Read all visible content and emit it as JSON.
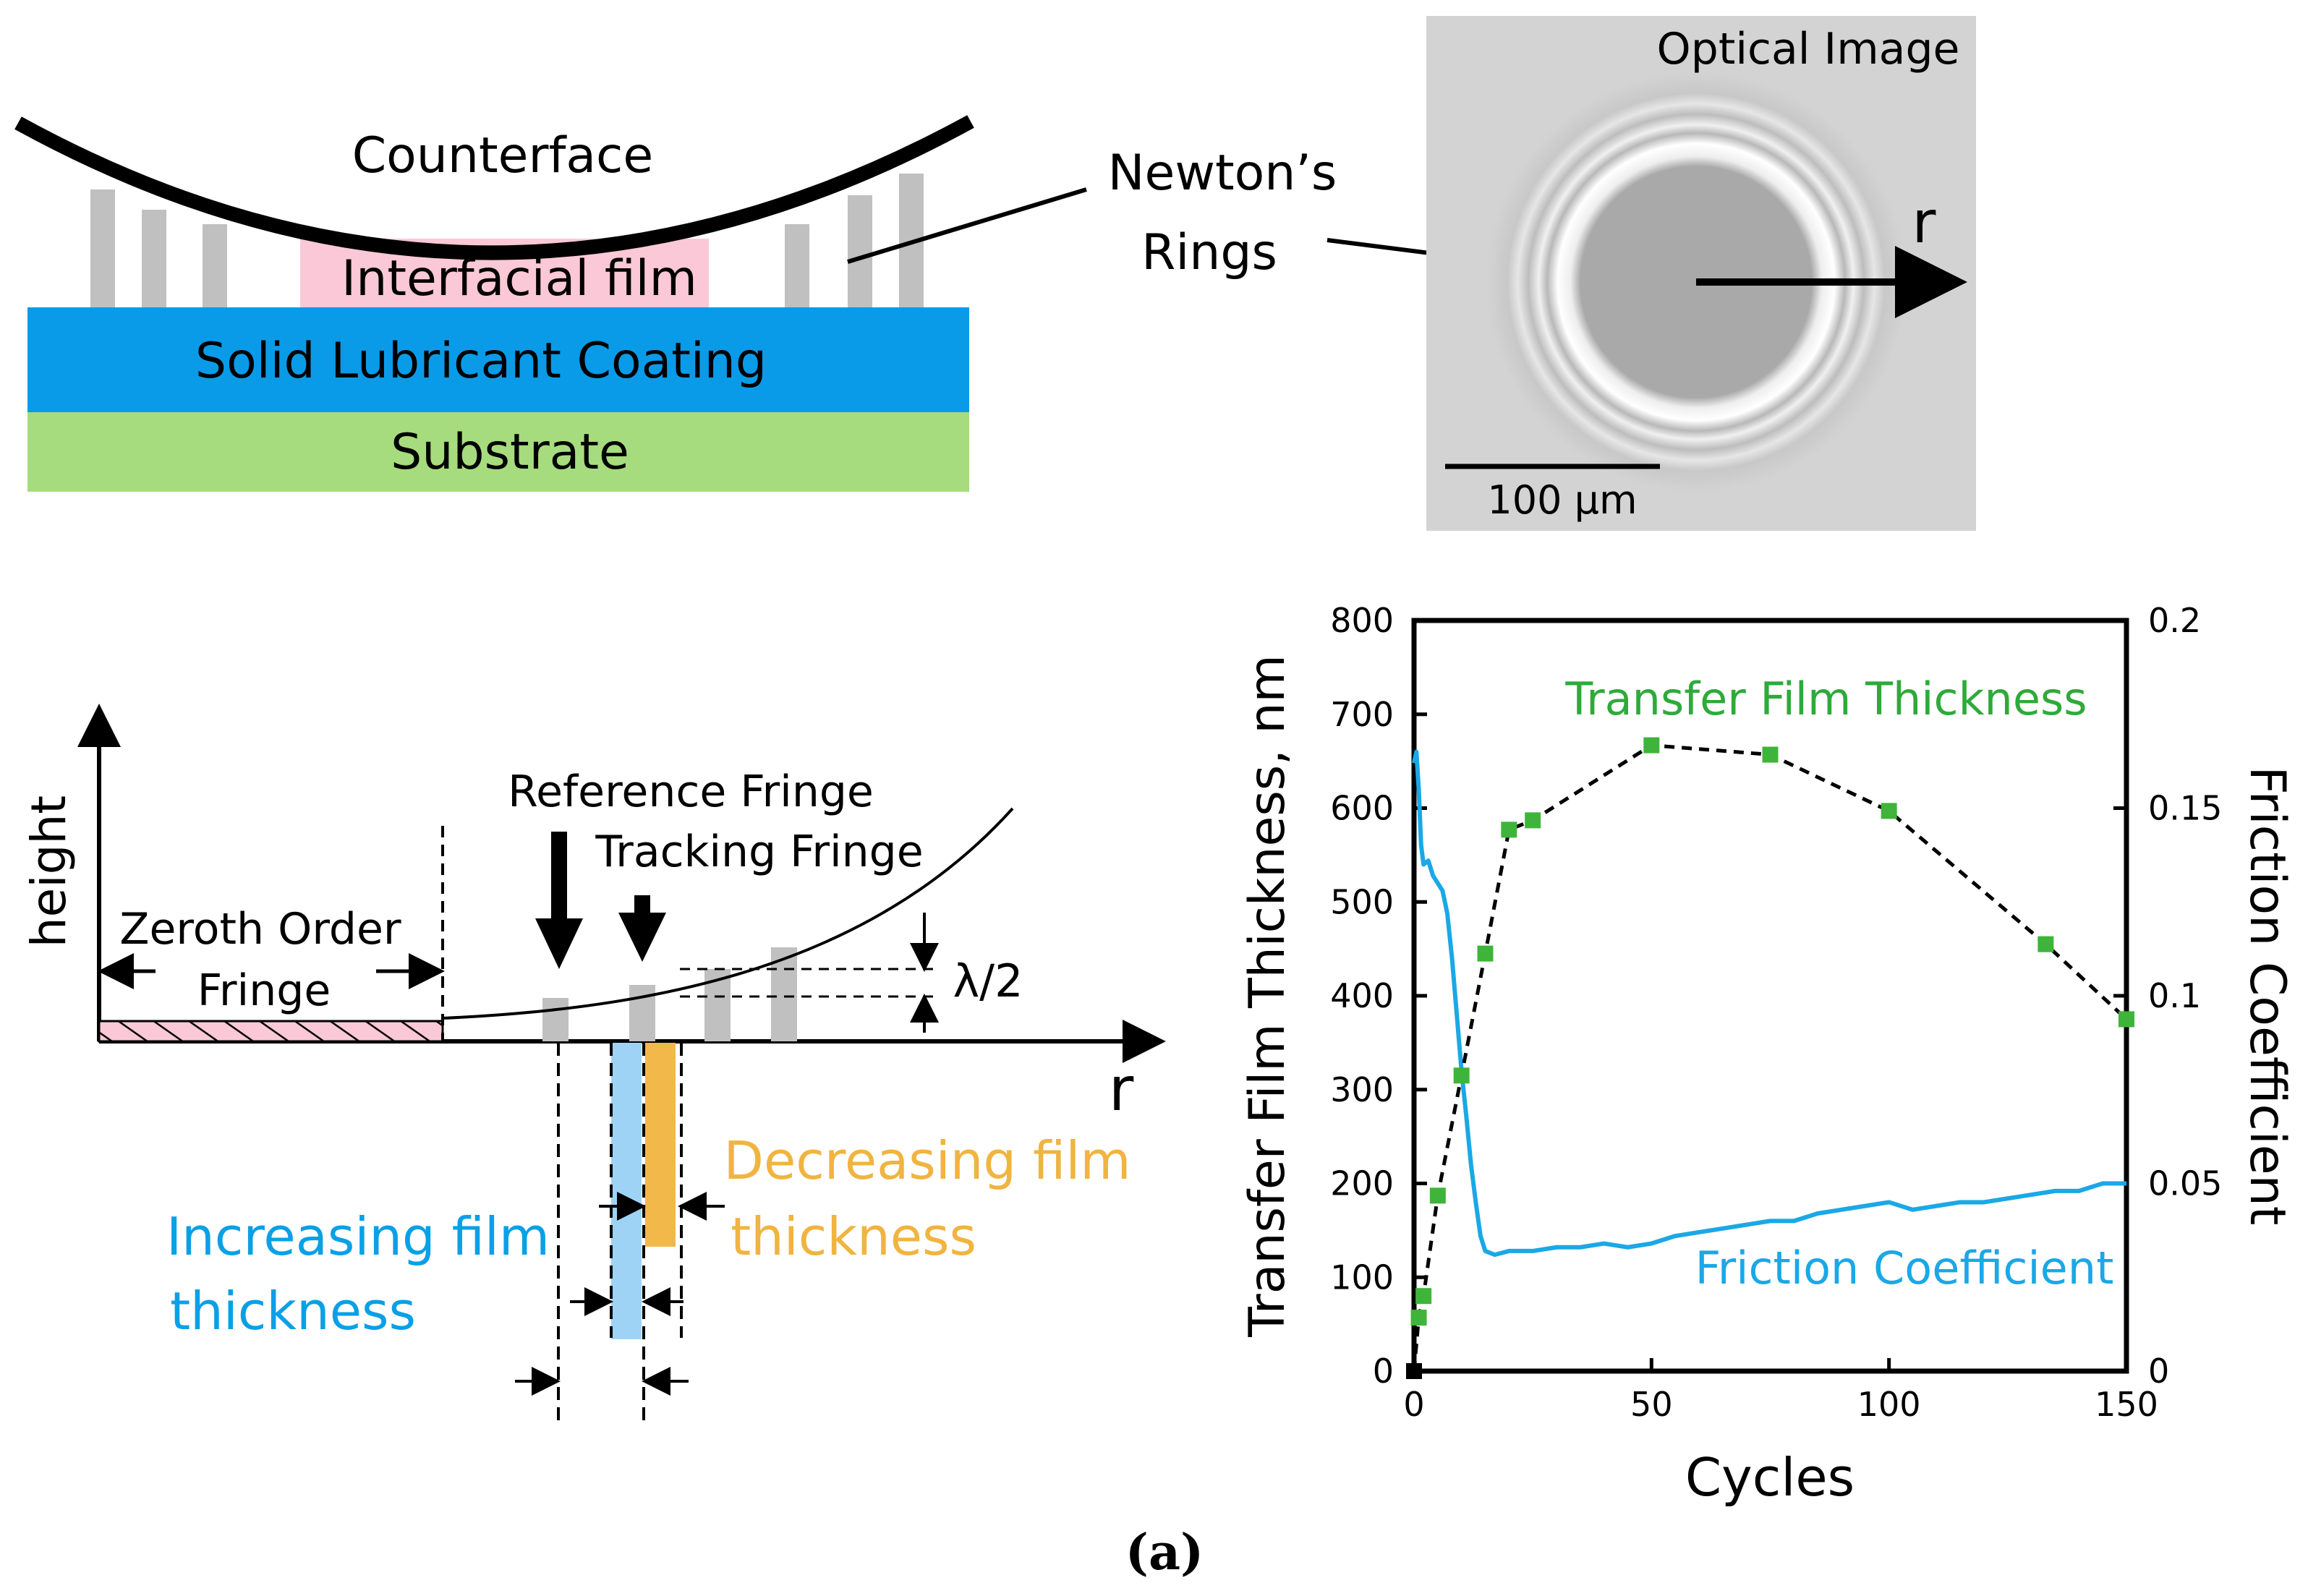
{
  "colors": {
    "coating": "#0a9be8",
    "substrate": "#a6dc7e",
    "film": "#fac8d7",
    "pillar": "#c0c0c0",
    "increasing": "#0aa0e6",
    "increasing_bar": "#9fd3f5",
    "decreasing": "#f0b440",
    "decreasing_bar": "#f3b84a",
    "thickness_series": "#2eaa3a",
    "thickness_marker": "#3fb43a",
    "friction_series": "#1aa8e6",
    "optical_bg": "#d3d3d3",
    "optical_core": "#a9a9a9"
  },
  "schematic": {
    "counterface": "Counterface",
    "interfacial_film": "Interfacial film",
    "coating": "Solid Lubricant Coating",
    "substrate": "Substrate",
    "newtons_rings_line1": "Newton’s",
    "newtons_rings_line2": "Rings"
  },
  "optical": {
    "title": "Optical Image",
    "r_label": "r",
    "scale_label": "100 μm"
  },
  "fringe_diagram": {
    "y_label": "height",
    "x_label": "r",
    "zeroth_line1": "Zeroth  Order",
    "zeroth_line2": "Fringe",
    "reference": "Reference Fringe",
    "tracking": "Tracking Fringe",
    "lambda": "λ/2",
    "decreasing_line1": "Decreasing film",
    "decreasing_line2": "thickness",
    "increasing_line1": "Increasing film",
    "increasing_line2": "thickness"
  },
  "caption": "(a)",
  "chart_data": {
    "type": "line",
    "xlabel": "Cycles",
    "ylabel": "Transfer Film Thickness, nm",
    "ylabel_right": "Friction Coefficient",
    "xlim": [
      0,
      150
    ],
    "ylim": [
      0,
      800
    ],
    "ylim_right": [
      0,
      0.2
    ],
    "x_ticks": [
      "0",
      "50",
      "100",
      "150"
    ],
    "y_ticks": [
      "0",
      "100",
      "200",
      "300",
      "400",
      "500",
      "600",
      "700",
      "800"
    ],
    "y_right_ticks": [
      "0",
      "0.05",
      "0.1",
      "0.15",
      "0.2"
    ],
    "grid": false,
    "series": [
      {
        "name": "Transfer Film Thickness",
        "axis": "left",
        "style": "dashed-with-square-markers",
        "x": [
          0,
          1,
          2,
          5,
          10,
          15,
          20,
          25,
          50,
          75,
          100,
          133,
          150
        ],
        "y": [
          0,
          57,
          80,
          187,
          315,
          445,
          577,
          587,
          667,
          657,
          597,
          455,
          375
        ]
      },
      {
        "name": "Friction Coefficient",
        "axis": "right",
        "style": "solid",
        "x": [
          0,
          0.5,
          1,
          1.5,
          2,
          3,
          4,
          5,
          6,
          7,
          8,
          9,
          10,
          11,
          12,
          13,
          14,
          15,
          17,
          20,
          25,
          30,
          35,
          40,
          45,
          50,
          55,
          60,
          65,
          70,
          75,
          80,
          85,
          90,
          95,
          100,
          105,
          110,
          115,
          120,
          125,
          130,
          135,
          140,
          145,
          150
        ],
        "y": [
          0.162,
          0.165,
          0.155,
          0.14,
          0.135,
          0.136,
          0.132,
          0.13,
          0.128,
          0.122,
          0.11,
          0.095,
          0.08,
          0.068,
          0.055,
          0.045,
          0.036,
          0.032,
          0.031,
          0.032,
          0.032,
          0.033,
          0.033,
          0.034,
          0.033,
          0.034,
          0.036,
          0.037,
          0.038,
          0.039,
          0.04,
          0.04,
          0.042,
          0.043,
          0.044,
          0.045,
          0.043,
          0.044,
          0.045,
          0.045,
          0.046,
          0.047,
          0.048,
          0.048,
          0.05,
          0.05
        ]
      }
    ]
  }
}
